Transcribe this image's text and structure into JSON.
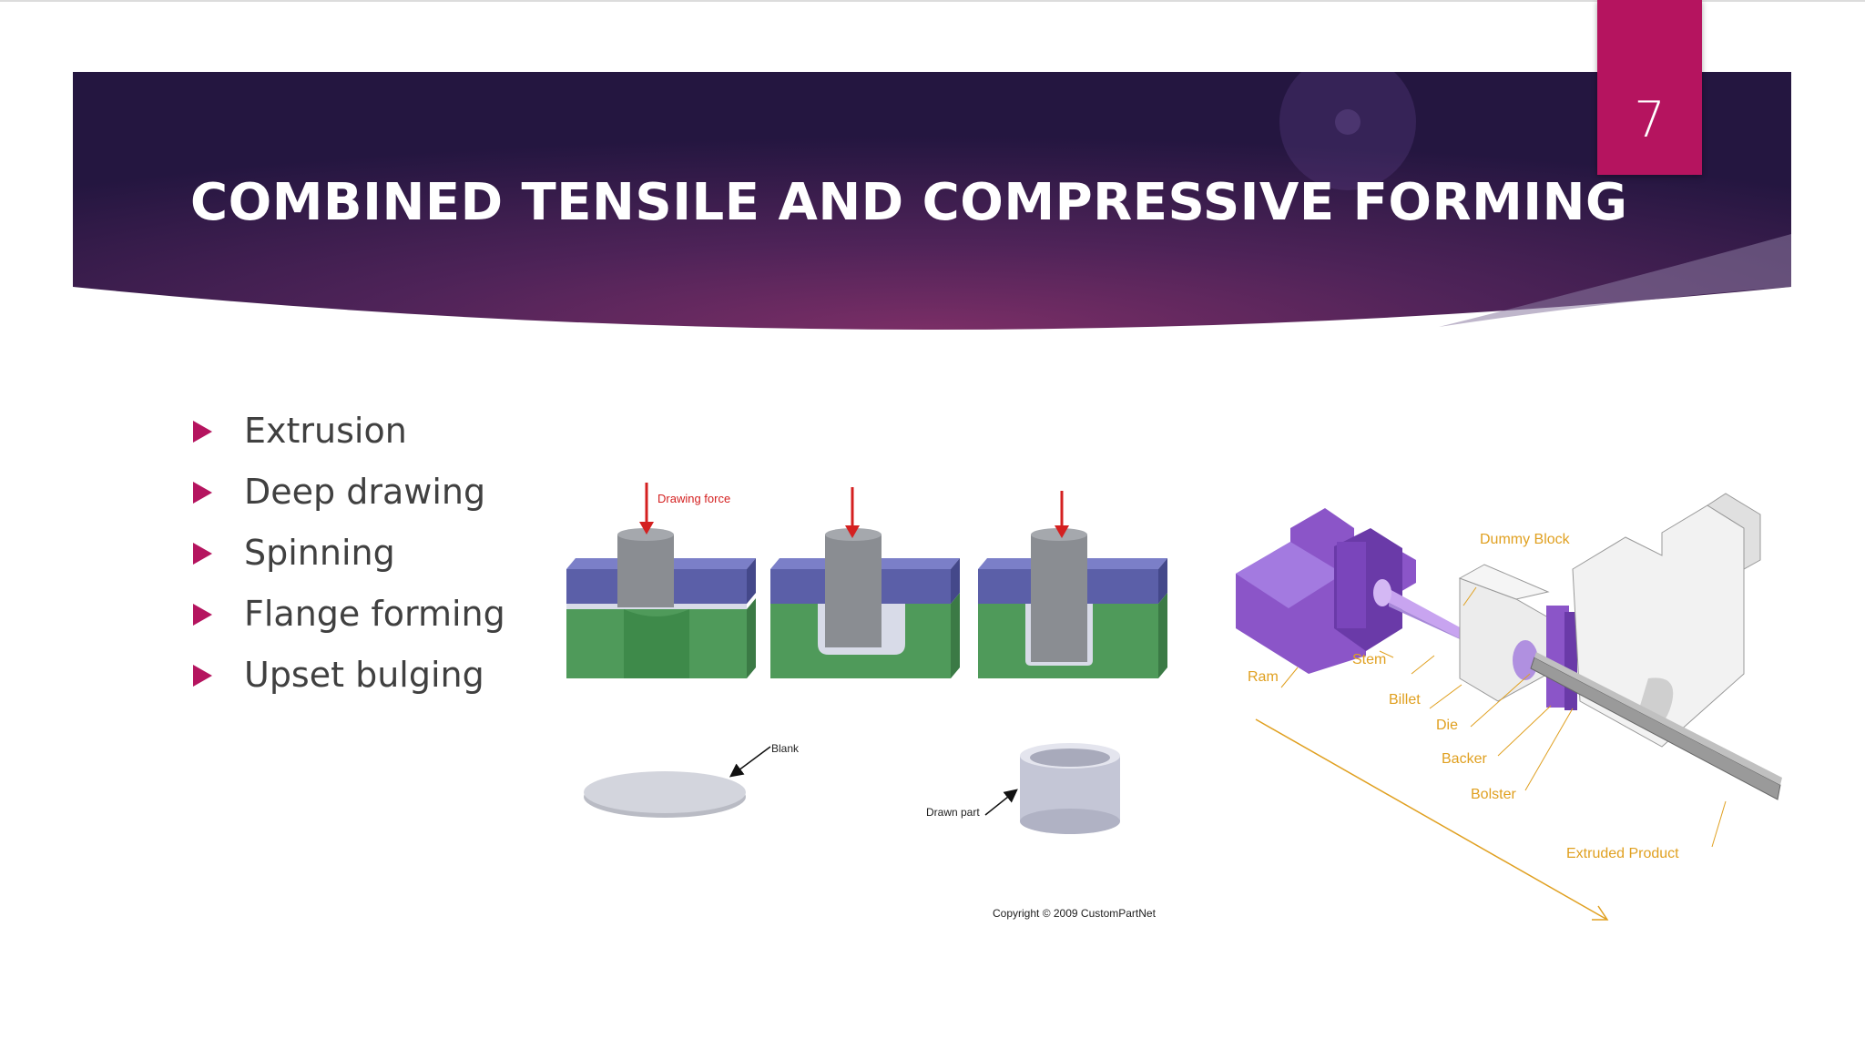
{
  "slide": {
    "title": "COMBINED TENSILE AND COMPRESSIVE FORMING",
    "page_number": "7",
    "bullets": [
      "Extrusion",
      "Deep drawing",
      "Spinning",
      "Flange forming",
      "Upset bulging"
    ]
  },
  "deep_drawing_figure": {
    "force_label": "Drawing force",
    "blank_label": "Blank",
    "drawn_part_label": "Drawn part",
    "copyright": "Copyright © 2009 CustomPartNet"
  },
  "extrusion_figure": {
    "labels": {
      "dummy_block": "Dummy Block",
      "ram": "Ram",
      "stem": "Stem",
      "billet": "Billet",
      "die": "Die",
      "backer": "Backer",
      "bolster": "Bolster",
      "extruded_product": "Extruded Product"
    }
  },
  "colors": {
    "accent": "#b5145f",
    "header_dark": "#2f1a4c",
    "header_mid": "#6a2a62",
    "punch": "#8a8d92",
    "holder": "#5b5fa8",
    "die": "#4f9a5a",
    "ram": "#8b55c8",
    "label_orange": "#e0a020"
  }
}
